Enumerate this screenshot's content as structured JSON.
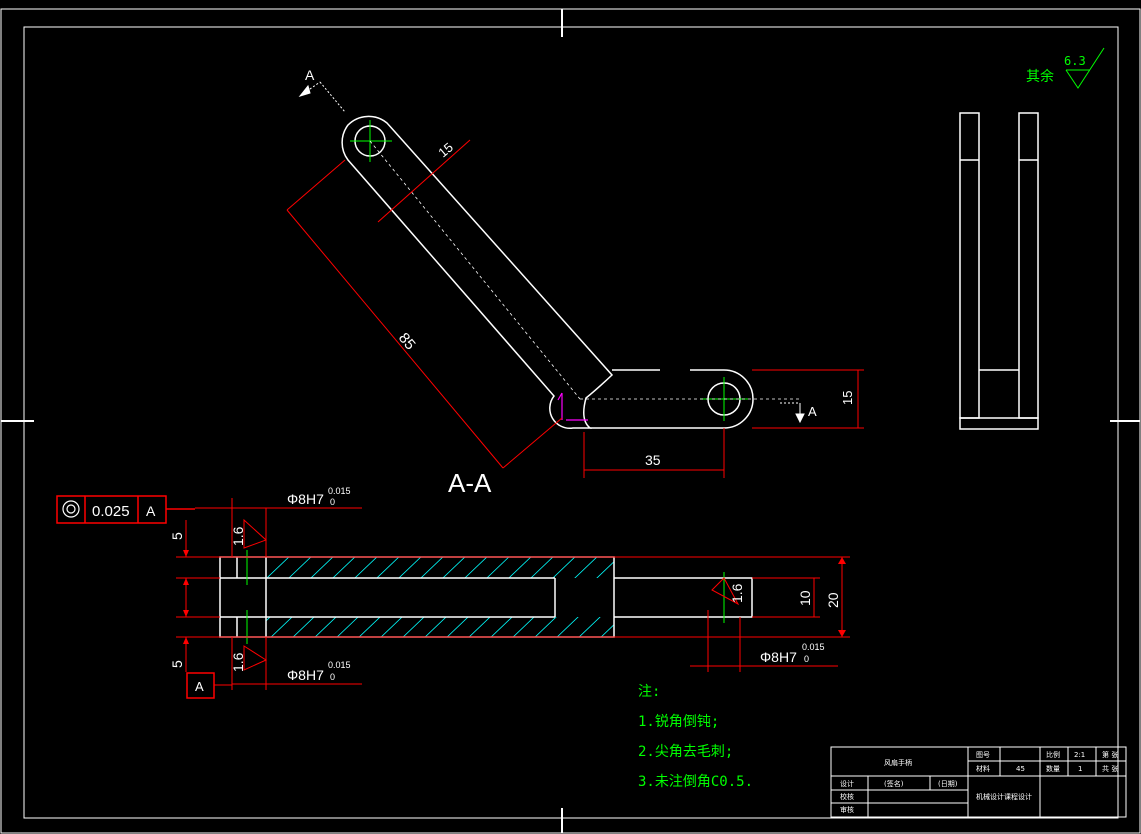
{
  "colors": {
    "background": "#000000",
    "outline": "#ffffff",
    "dimension": "#ff0000",
    "center": "#00ff00",
    "hatch": "#00ffff",
    "marker": "#ff00ff"
  },
  "views": {
    "section_label": "A-A",
    "arrow_label": "A"
  },
  "dimensions": {
    "width_15": "15",
    "length_85": "85",
    "length_35": "35",
    "height_15": "15",
    "d5_top": "5",
    "d5_bottom": "5",
    "d10": "10",
    "d20": "20",
    "fit_top": "Φ8H7",
    "fit_top_tol": "0.015",
    "fit_top_tol2": "0",
    "fit_bottom": "Φ8H7",
    "fit_bottom_tol": "0.015",
    "fit_bottom_tol2": "0",
    "fit_right": "Φ8H7",
    "fit_right_tol": "0.015",
    "fit_right_tol2": "0"
  },
  "roughness": {
    "rest_label": "其余",
    "rest_value": "6.3",
    "value_1": "1.6",
    "value_2": "1.6",
    "value_3": "1.6"
  },
  "tolerance_frame": {
    "symbol": "◎",
    "value": "0.025",
    "datum": "A",
    "datum_box": "A"
  },
  "notes": {
    "heading": "注:",
    "items": [
      "1.锐角倒钝;",
      "2.尖角去毛刺;",
      "3.未注倒角C0.5."
    ]
  },
  "title_block": {
    "part_name": "风扇手柄",
    "design": "设计",
    "sign": "(签名)",
    "date": "(日期)",
    "check": "校核",
    "review": "审核",
    "drawing_no": "图号",
    "material": "材料",
    "material_value": "45",
    "scale": "比例",
    "scale_value": "2:1",
    "quantity": "数量",
    "quantity_value": "1",
    "sheet": "第 张",
    "sheet_total": "共 张",
    "school": "机械设计课程设计"
  }
}
